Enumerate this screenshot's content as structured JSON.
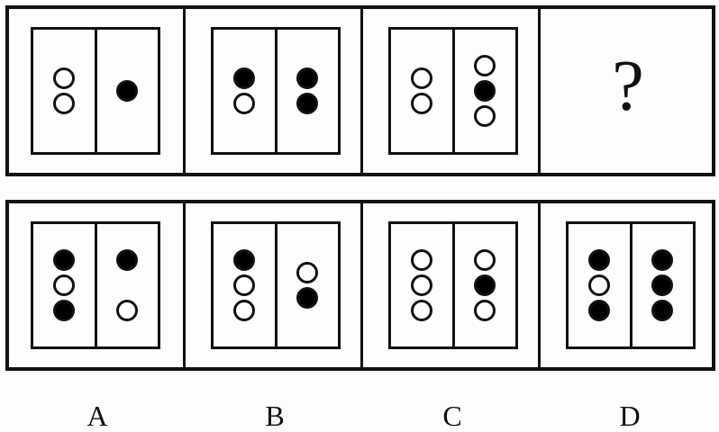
{
  "question_row": {
    "cells": [
      {
        "left": [
          "empty",
          "empty"
        ],
        "right": [
          "filled"
        ]
      },
      {
        "left": [
          "filled",
          "empty"
        ],
        "right": [
          "filled",
          "filled"
        ]
      },
      {
        "left": [
          "empty",
          "empty"
        ],
        "right": [
          "empty",
          "filled",
          "empty"
        ]
      }
    ],
    "unknown_mark": "?"
  },
  "answer_row": {
    "options": [
      {
        "label": "A",
        "left": [
          "filled",
          "empty",
          "filled"
        ],
        "right": [
          "filled",
          "spacer",
          "empty"
        ]
      },
      {
        "label": "B",
        "left": [
          "filled",
          "empty",
          "empty"
        ],
        "right": [
          "empty",
          "filled"
        ]
      },
      {
        "label": "C",
        "left": [
          "empty",
          "empty",
          "empty"
        ],
        "right": [
          "empty",
          "filled",
          "empty"
        ]
      },
      {
        "label": "D",
        "left": [
          "filled",
          "empty",
          "filled"
        ],
        "right": [
          "filled",
          "filled",
          "filled"
        ]
      }
    ]
  },
  "colors": {
    "ink": "#111111",
    "filled_dot": "#000000",
    "empty_dot": "#ffffff",
    "background": "#fdfdfd"
  }
}
